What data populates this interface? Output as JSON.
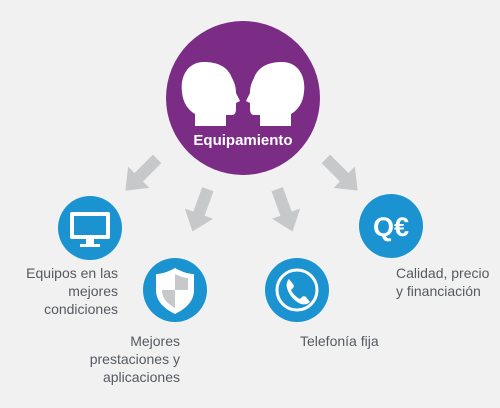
{
  "hub": {
    "label": "Equipamiento",
    "icon": "two-heads-facing-icon",
    "color": "#7b2d86"
  },
  "nodes": [
    {
      "id": "equipos",
      "icon": "monitor-icon",
      "label": "Equipos en las mejores condiciones"
    },
    {
      "id": "prestaciones",
      "icon": "shield-icon",
      "label": "Mejores prestaciones y aplicaciones"
    },
    {
      "id": "telefonia",
      "icon": "phone-icon",
      "label": "Telefonía fija"
    },
    {
      "id": "calidad",
      "icon": "q-euro-icon",
      "label": "Calidad, precio y financiación",
      "icon_text": "Q€"
    }
  ],
  "colors": {
    "node_blue": "#1b93d1",
    "arrow_gray": "#c7c8ca",
    "background": "#f1f1f2",
    "caption_text": "#555a60"
  }
}
